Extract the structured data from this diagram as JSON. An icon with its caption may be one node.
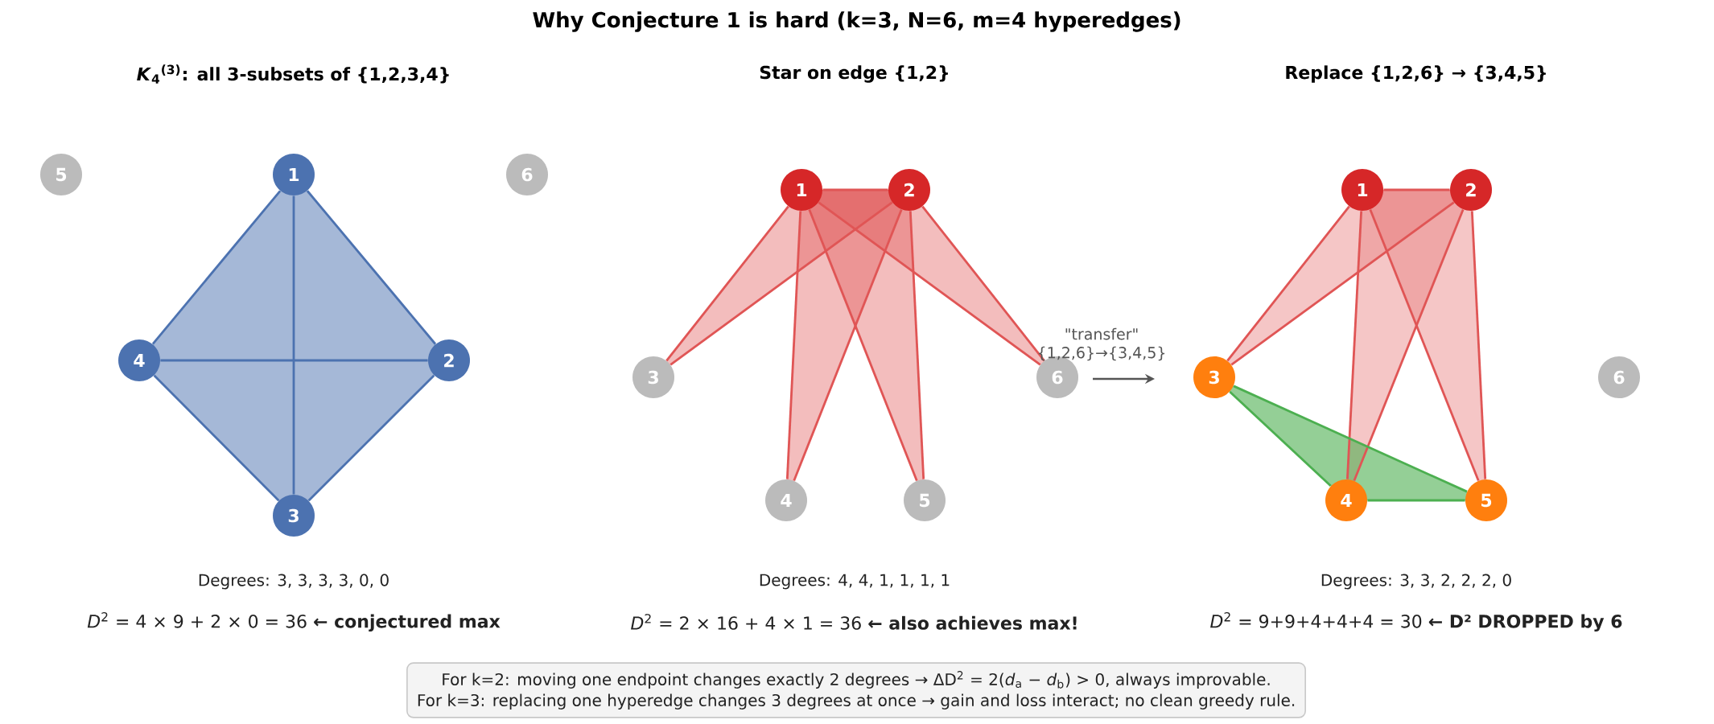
{
  "diagram": {
    "title": "Why Conjecture 1 is hard  (k=3, N=6, m=4 hyperedges)",
    "nodes": [
      {
        "text": [
          "5"
        ]
      },
      {
        "text": [
          "1"
        ]
      },
      {
        "text": [
          "4"
        ]
      },
      {
        "text": [
          "2"
        ]
      },
      {
        "text": [
          "3"
        ]
      },
      {
        "text": [
          "6"
        ]
      },
      {
        "text": [
          "1"
        ]
      },
      {
        "text": [
          "2"
        ]
      },
      {
        "text": [
          "3"
        ]
      },
      {
        "text": [
          "6"
        ]
      },
      {
        "text": [
          "4"
        ]
      },
      {
        "text": [
          "5"
        ]
      },
      {
        "text": [
          "1"
        ]
      },
      {
        "text": [
          "2"
        ]
      },
      {
        "text": [
          "3"
        ]
      },
      {
        "text": [
          "6"
        ]
      },
      {
        "text": [
          "4"
        ]
      },
      {
        "text": [
          "5"
        ]
      },
      {
        "text": [
          "For k=2: moving one endpoint changes exactly 2 degrees → ΔD$^{2}$ = 2(*d*$_{a}$ − *d*$_{b}$) > 0, always improvable.",
          "For k=3: replacing one hyperedge changes 3 degrees at once → gain and loss interact; no clean greedy rule."
        ]
      }
    ],
    "edges": [
      {
        "from": 1,
        "to": 3,
        "arrow": "none",
        "color": "#4c72b0"
      },
      {
        "from": 1,
        "to": 2,
        "arrow": "none",
        "color": "#4c72b0"
      },
      {
        "from": 1,
        "to": 4,
        "arrow": "none",
        "color": "#4c72b0"
      },
      {
        "from": 2,
        "to": 3,
        "arrow": "none",
        "color": "#4c72b0"
      },
      {
        "from": 2,
        "to": 4,
        "arrow": "none",
        "color": "#4c72b0"
      },
      {
        "from": 3,
        "to": 4,
        "arrow": "none",
        "color": "#4c72b0"
      },
      {
        "from": 6,
        "to": 7,
        "arrow": "none"
      },
      {
        "from": 6,
        "to": 8,
        "arrow": "none"
      },
      {
        "from": 7,
        "to": 8,
        "arrow": "none"
      },
      {
        "from": 6,
        "to": 10,
        "arrow": "none"
      },
      {
        "from": 7,
        "to": 10,
        "arrow": "none"
      },
      {
        "from": 6,
        "to": 11,
        "arrow": "none"
      },
      {
        "from": 7,
        "to": 11,
        "arrow": "none"
      },
      {
        "from": 6,
        "to": 9,
        "arrow": "none"
      },
      {
        "from": 7,
        "to": 9,
        "arrow": "none"
      },
      {
        "from": 12,
        "to": 13,
        "arrow": "none"
      },
      {
        "from": 12,
        "to": 14,
        "arrow": "none"
      },
      {
        "from": 13,
        "to": 14,
        "arrow": "none"
      },
      {
        "from": 12,
        "to": 16,
        "arrow": "none"
      },
      {
        "from": 13,
        "to": 16,
        "arrow": "none"
      },
      {
        "from": 12,
        "to": 17,
        "arrow": "none"
      },
      {
        "from": 13,
        "to": 17,
        "arrow": "none"
      },
      {
        "from": 14,
        "to": 16,
        "arrow": "none",
        "color": "#4caf50"
      },
      {
        "from": 16,
        "to": 17,
        "arrow": "none",
        "color": "#4caf50"
      },
      {
        "from": 14,
        "to": 17,
        "arrow": "none",
        "color": "#4caf50"
      }
    ],
    "labels": [
      "*K*$_{4}$$^{(3)}$: all 3-subsets of {1,2,3,4}",
      "Star on edge {1,2}",
      "Replace {1,2,6} → {3,4,5}",
      "\"transfer\" {1,2,6}→{3,4,5}",
      "Degrees: 3, 3, 3, 3, 0, 0",
      "Degrees: 4, 4, 1, 1, 1, 1",
      "Degrees: 3, 3, 2, 2, 2, 0",
      "*D*$^{2}$ = 4 × 9 + 2 × 0 = 36  **← conjectured max**",
      "*D*$^{2}$ = 2 × 16 + 4 × 1 = 36  **← also achieves max!**",
      "*D*$^{2}$ = 9+9+4+4+4 = 30  **← D² DROPPED by 6**"
    ]
  }
}
